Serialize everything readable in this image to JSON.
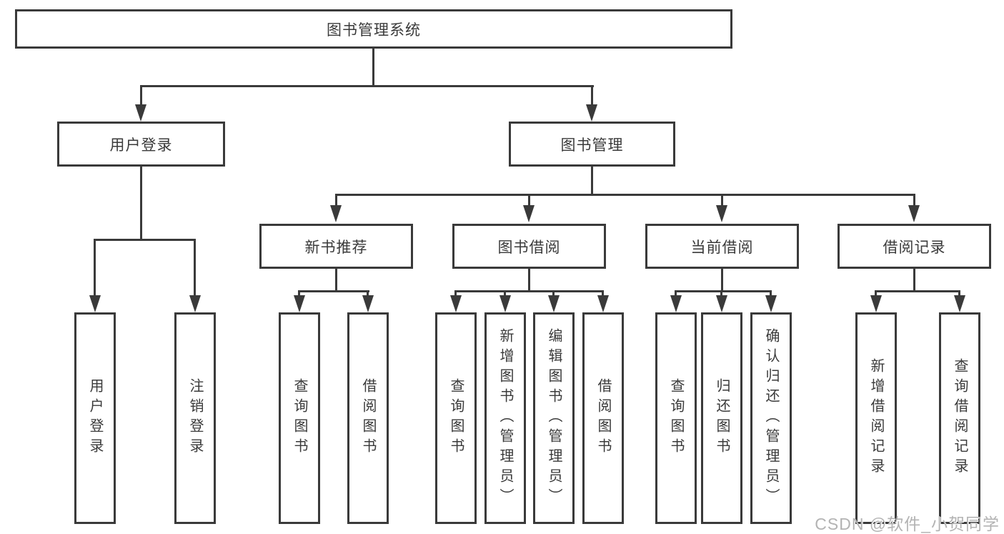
{
  "tree": {
    "label": "图书管理系统",
    "children": [
      {
        "label": "用户登录",
        "children": [
          {
            "label": "用户登录"
          },
          {
            "label": "注销登录"
          }
        ]
      },
      {
        "label": "图书管理",
        "children": [
          {
            "label": "新书推荐",
            "children": [
              {
                "label": "查询图书"
              },
              {
                "label": "借阅图书"
              }
            ]
          },
          {
            "label": "图书借阅",
            "children": [
              {
                "label": "查询图书"
              },
              {
                "label": "新增图书（管理员）"
              },
              {
                "label": "编辑图书（管理员）"
              },
              {
                "label": "借阅图书"
              }
            ]
          },
          {
            "label": "当前借阅",
            "children": [
              {
                "label": "查询图书"
              },
              {
                "label": "归还图书"
              },
              {
                "label": "确认归还（管理员）"
              }
            ]
          },
          {
            "label": "借阅记录",
            "children": [
              {
                "label": "新增借阅记录"
              },
              {
                "label": "查询借阅记录"
              }
            ]
          }
        ]
      }
    ]
  },
  "watermark": {
    "text": "CSDN @软件_小贺同学"
  },
  "colors": {
    "line": "#3a3a3a",
    "text": "#3a3a3a",
    "watermark": "#b3b3b3",
    "background": "#ffffff"
  }
}
